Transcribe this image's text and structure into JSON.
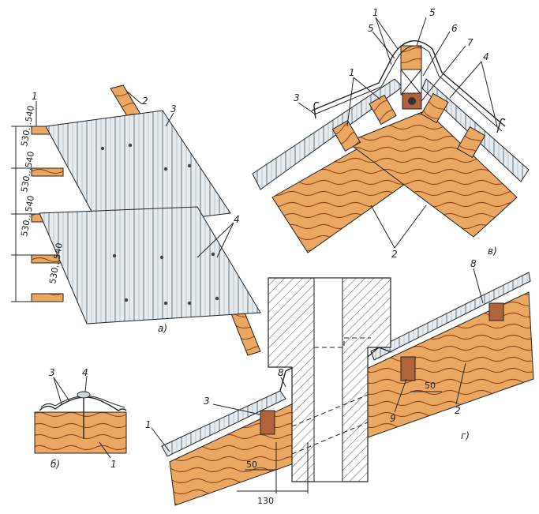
{
  "figure": {
    "panel_a": {
      "caption": "а)",
      "labels": [
        "1",
        "2",
        "3",
        "4"
      ],
      "dims": [
        "530...540",
        "530...540",
        "530...540",
        "530...540"
      ]
    },
    "panel_b": {
      "caption": "б)",
      "labels": [
        "3",
        "4",
        "1"
      ]
    },
    "panel_v": {
      "caption": "в)",
      "labels": [
        "1",
        "5",
        "5",
        "6",
        "7",
        "3",
        "1",
        "4",
        "2"
      ]
    },
    "panel_g": {
      "caption": "г)",
      "labels": [
        "8",
        "8",
        "3",
        "1",
        "2",
        "9"
      ],
      "dims": [
        "50",
        "50",
        "130"
      ]
    }
  },
  "colors": {
    "wood": "#e8a35c",
    "wood_dark": "#a8501e",
    "sheet": "#dfe6ea",
    "hatch": "#555555"
  }
}
